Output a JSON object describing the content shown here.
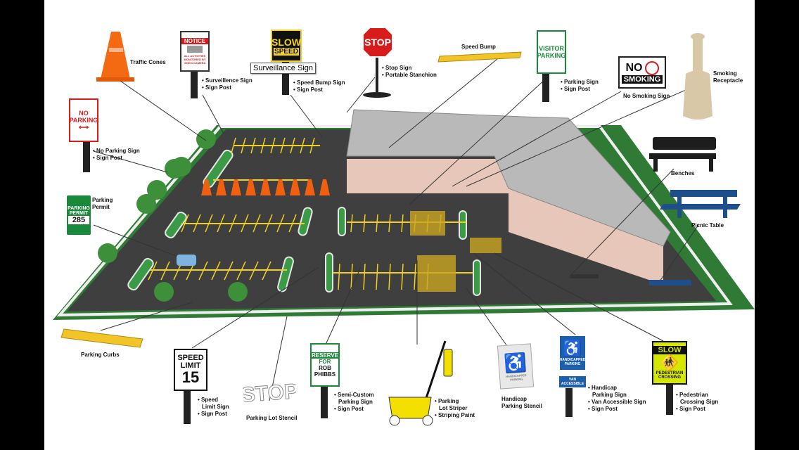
{
  "tooltip": "Surveillance Sign",
  "labels": {
    "traffic_cones": "Traffic Cones",
    "surveillance": [
      "• Surveillence Sign",
      "• Sign Post"
    ],
    "speed_bump_sign": [
      "• Speed Bump Sign",
      "• Sign Post"
    ],
    "stop_sign": [
      "• Stop Sign",
      "• Portable Stanchion"
    ],
    "speed_bump": "Speed Bump",
    "parking_sign": [
      "• Parking Sign",
      "• Sign Post"
    ],
    "no_smoking": "No Smoking Sign",
    "smoking_receptacle": [
      "Smoking",
      "Receptacle"
    ],
    "no_parking": [
      "• No Parking Sign",
      "• Sign Post"
    ],
    "parking_permit": [
      "Parking",
      "Permit"
    ],
    "benches": "Benches",
    "picnic_table": "Picnic Table",
    "parking_curbs": "Parking Curbs",
    "speed_limit": [
      "• Speed",
      "Limit Sign",
      "• Sign Post"
    ],
    "lot_stencil": "Parking Lot Stencil",
    "semi_custom": [
      "• Semi-Custom",
      "Parking Sign",
      "• Sign Post"
    ],
    "lot_striper": [
      "• Parking",
      "Lot Striper",
      "• Striping Paint"
    ],
    "handicap_stencil": [
      "Handicap",
      "Parking  Stencil"
    ],
    "handicap_sign": [
      "• Handicap",
      "Parking Sign",
      "• Van Accessible Sign",
      "• Sign Post"
    ],
    "ped_crossing": [
      "• Pedestrian",
      "Crossing Sign",
      "• Sign Post"
    ]
  },
  "signs": {
    "notice": [
      "NOTICE",
      "ALL ACTIVITIES MONITORED BY VIDEO CAMERA"
    ],
    "slow_speed": [
      "SLOW",
      "SPEED"
    ],
    "stop": "STOP",
    "visitor": [
      "VISITOR",
      "PARKING"
    ],
    "no_smoking": [
      "NO",
      "SMOKING"
    ],
    "no_parking": [
      "NO",
      "PARKING"
    ],
    "permit": [
      "PARKING",
      "PERMIT",
      "285"
    ],
    "speed_limit": [
      "SPEED",
      "LIMIT",
      "15"
    ],
    "stencil": "STOP",
    "reserved": [
      "RESERVED",
      "FOR",
      "ROB",
      "PHIBBS"
    ],
    "handicap_stencil": "HANDICAPPED PARKING",
    "handicapped": [
      "HANDICAPPED",
      "PARKING",
      "VAN",
      "ACCESSIBLE"
    ],
    "ped": [
      "SLOW",
      "PEDESTRIAN",
      "CROSSING"
    ]
  },
  "colors": {
    "asphalt": "#3f3f3f",
    "grass": "#2f7a35",
    "roof": "#b9b9b9",
    "wall": "#e6c7b9",
    "stripe": "#f0d020",
    "green_sign": "#1a8a3a",
    "blue_sign": "#1b5fae",
    "red_sign": "#d81c1c"
  }
}
